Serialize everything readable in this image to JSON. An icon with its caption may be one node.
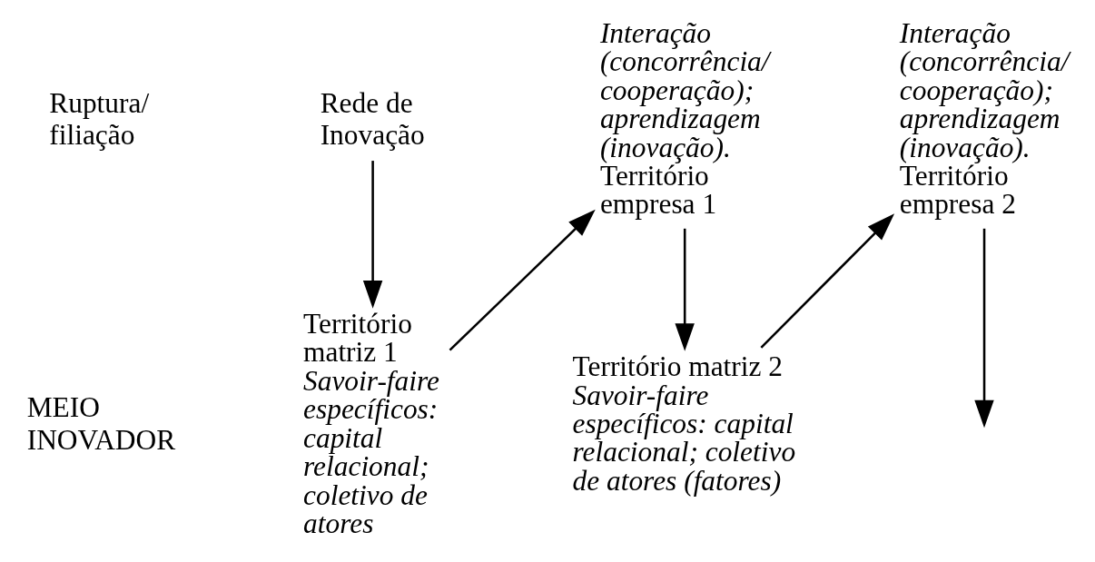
{
  "diagram": {
    "nodes": [
      {
        "text": [
          "Rede de Inovação"
        ]
      },
      {
        "text": [
          "Território matriz 1",
          "Savoir-faire específicos: capital relacional; coletivo de atores"
        ]
      },
      {
        "text": [
          "Interação (concorrência/ cooperação); aprendizagem (inovação).",
          "Território empresa 1"
        ]
      },
      {
        "text": [
          "Território matriz 2",
          "Savoir-faire específicos: capital relacional; coletivo de atores (fatores)"
        ]
      },
      {
        "text": [
          "Interação (concorrência/ cooperação); aprendizagem (inovação).",
          "Território empresa 2"
        ]
      }
    ],
    "edges": [
      {
        "from": 0,
        "to": 1,
        "arrow": "to"
      },
      {
        "from": 1,
        "to": 2,
        "arrow": "to"
      },
      {
        "from": 2,
        "to": 3,
        "arrow": "to"
      },
      {
        "from": 3,
        "to": 4,
        "arrow": "to"
      },
      {
        "from": 4,
        "to": null,
        "arrow": "to"
      }
    ],
    "labels": [
      "Ruptura/ filiação",
      "MEIO INOVADOR"
    ]
  }
}
